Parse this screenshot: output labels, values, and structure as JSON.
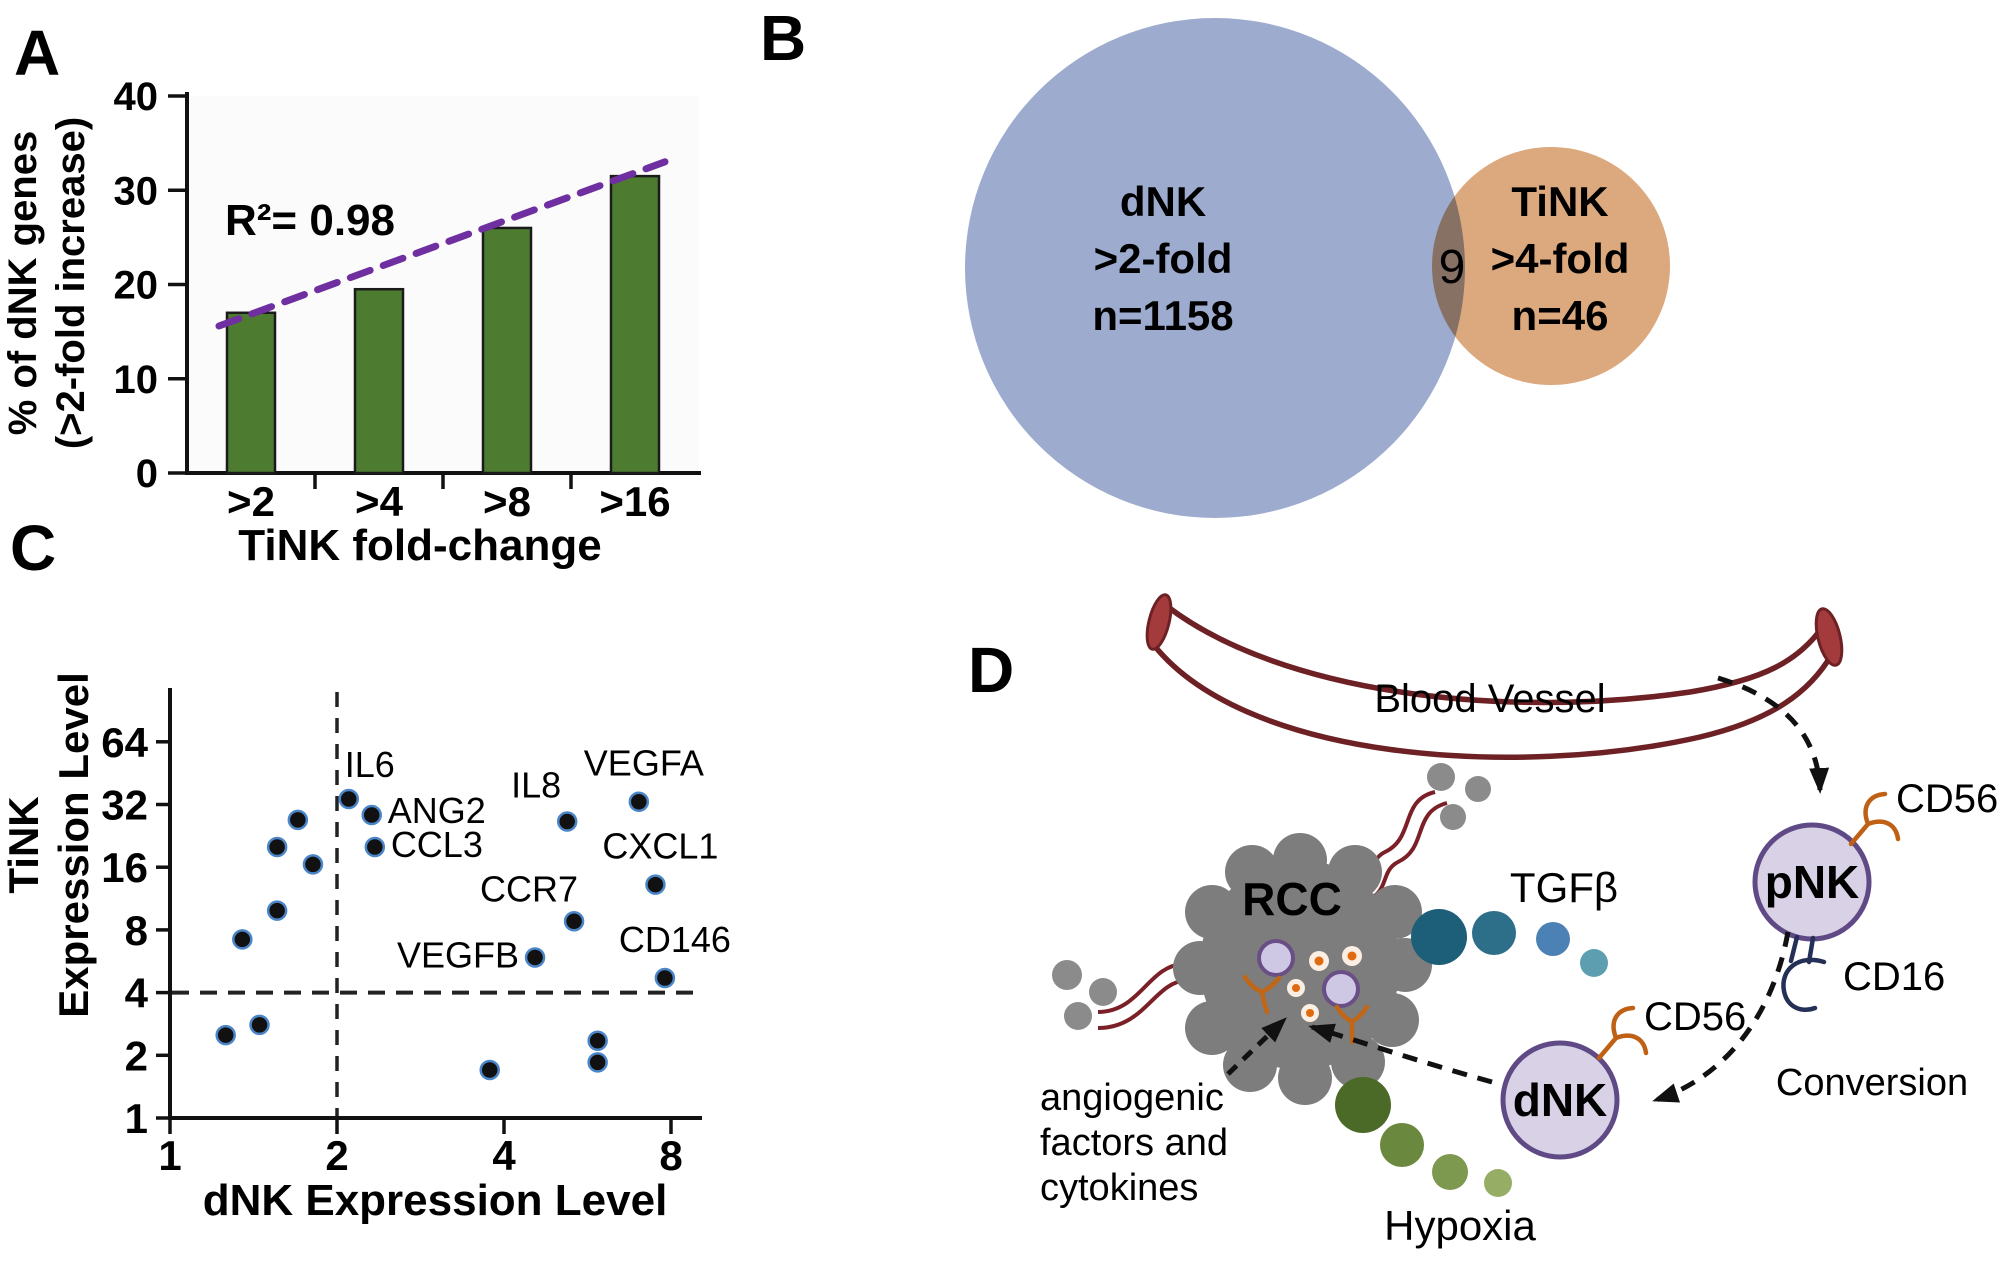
{
  "figure": {
    "panel_a": {
      "label": "A",
      "ylabel_line1": "% of dNK genes",
      "ylabel_line2": "(>2-fold increase)",
      "xlabel": "TiNK fold-change",
      "annotation": "R²= 0.98"
    },
    "panel_b": {
      "label": "B",
      "left_circle": {
        "line1": "dNK",
        "line2": ">2-fold",
        "line3": "n=1158"
      },
      "right_circle": {
        "line1": "TiNK",
        "line2": ">4-fold",
        "line3": "n=46"
      },
      "overlap_count": "9",
      "colors": {
        "left": "#9dabce",
        "right": "#dca87d"
      }
    },
    "panel_c": {
      "label": "C",
      "ylabel_line1": "TiNK",
      "ylabel_line2": "Expression Level",
      "xlabel": "dNK Expression Level"
    },
    "panel_d": {
      "label": "D",
      "blood_vessel": "Blood Vessel",
      "rcc": "RCC",
      "tgfb": "TGFβ",
      "pnk": "pNK",
      "dnk": "dNK",
      "cd56_pnk": "CD56",
      "cd16_pnk": "CD16",
      "cd56_dnk": "CD56",
      "conversion": "Conversion",
      "hypoxia": "Hypoxia",
      "angio_line1": "angiogenic",
      "angio_line2": "factors and",
      "angio_line3": "cytokines"
    }
  },
  "chart_data": [
    {
      "id": "panel_a",
      "type": "bar",
      "categories": [
        ">2",
        ">4",
        ">8",
        ">16"
      ],
      "values": [
        17,
        19.5,
        26,
        31.5
      ],
      "title": "",
      "xlabel": "TiNK fold-change",
      "ylabel": "% of dNK genes (>2-fold increase)",
      "ylim": [
        0,
        40
      ],
      "yticks": [
        0,
        10,
        20,
        30,
        40
      ],
      "annotation": "R²= 0.98",
      "bar_color": "#4d7c31",
      "trendline": {
        "style": "dashed",
        "color": "#6f2fa0",
        "r_squared": 0.98
      },
      "grid": false
    },
    {
      "id": "panel_c",
      "type": "scatter",
      "xlabel": "dNK Expression Level",
      "ylabel": "TiNK Expression Level",
      "xscale": "log2",
      "yscale": "log2",
      "xlim": [
        1,
        8
      ],
      "ylim": [
        1,
        64
      ],
      "xticks": [
        1,
        2,
        4,
        8
      ],
      "yticks": [
        1,
        2,
        4,
        8,
        16,
        32,
        64
      ],
      "ref_lines": {
        "x": 2,
        "y": 4
      },
      "point_color": "#111111",
      "points": [
        {
          "x": 1.7,
          "y": 27
        },
        {
          "x": 1.56,
          "y": 20
        },
        {
          "x": 1.81,
          "y": 16.5
        },
        {
          "x": 1.56,
          "y": 9.9
        },
        {
          "x": 1.35,
          "y": 7.2
        },
        {
          "x": 1.45,
          "y": 2.8
        },
        {
          "x": 1.26,
          "y": 2.5
        },
        {
          "x": 3.77,
          "y": 1.7
        },
        {
          "x": 5.9,
          "y": 2.35
        },
        {
          "x": 5.9,
          "y": 1.85
        },
        {
          "x": 2.1,
          "y": 34,
          "label": "IL6",
          "anchor": "start",
          "dx": -4,
          "dy": -22
        },
        {
          "x": 2.31,
          "y": 28.5,
          "label": "ANG2",
          "anchor": "start",
          "dx": 16,
          "dy": 8
        },
        {
          "x": 2.34,
          "y": 20,
          "label": "CCL3",
          "anchor": "start",
          "dx": 16,
          "dy": 10
        },
        {
          "x": 5.2,
          "y": 26.5,
          "label": "IL8",
          "anchor": "end",
          "dx": -6,
          "dy": -24
        },
        {
          "x": 7.0,
          "y": 33,
          "label": "VEGFA",
          "anchor": "middle",
          "dx": 5,
          "dy": -26
        },
        {
          "x": 7.5,
          "y": 13.2,
          "label": "CXCL1",
          "anchor": "middle",
          "dx": 5,
          "dy": -26
        },
        {
          "x": 5.35,
          "y": 8.8,
          "label": "CCR7",
          "anchor": "end",
          "dx": 4,
          "dy": -20
        },
        {
          "x": 4.55,
          "y": 5.9,
          "label": "VEGFB",
          "anchor": "end",
          "dx": -16,
          "dy": 10
        },
        {
          "x": 7.8,
          "y": 4.7,
          "label": "CD146",
          "anchor": "middle",
          "dx": 10,
          "dy": -26
        }
      ]
    }
  ]
}
